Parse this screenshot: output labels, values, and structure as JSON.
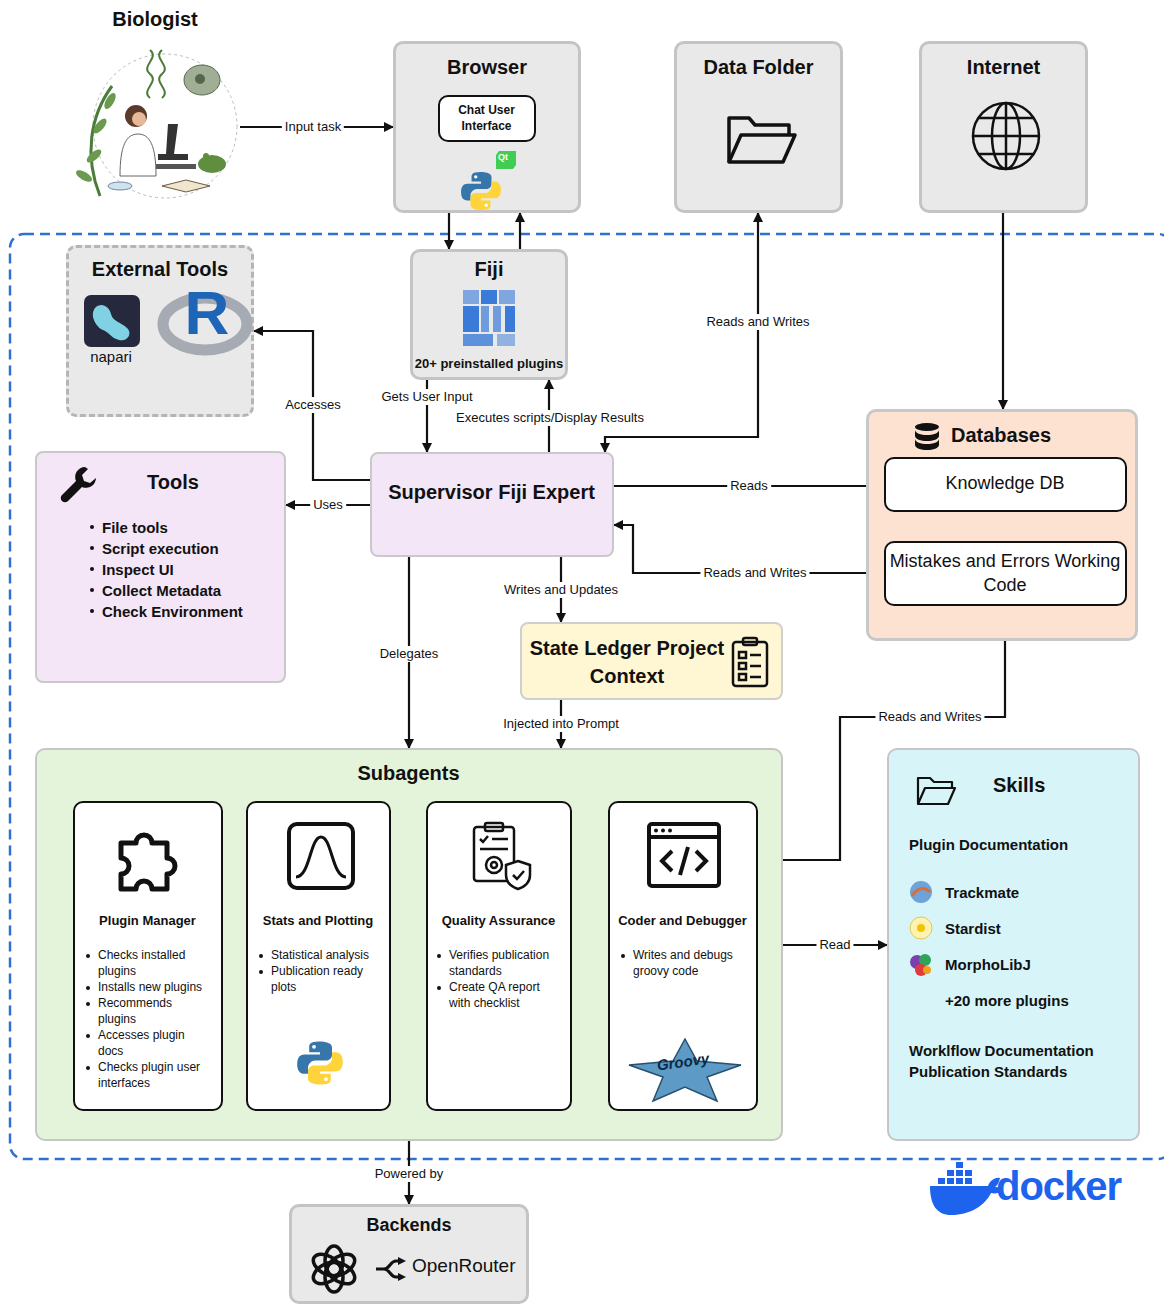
{
  "diagram": {
    "nodes": [
      {
        "text": [
          "Biologist"
        ]
      },
      {
        "text": [
          "Browser"
        ]
      },
      {
        "text": [
          "Chat User Interface"
        ],
        "in": 1
      },
      {
        "text": [
          "Data Folder"
        ]
      },
      {
        "text": [
          "Internet"
        ]
      },
      {
        "text": [
          "External Tools",
          "napari",
          "R"
        ]
      },
      {
        "text": [
          "Fiji",
          "20+ preinstalled plugins"
        ]
      },
      {
        "text": [
          "Tools",
          "File tools",
          "Script execution",
          "Inspect UI",
          "Collect Metadata",
          "Check Environment"
        ]
      },
      {
        "text": [
          "Supervisor Fiji Expert"
        ]
      },
      {
        "text": [
          "Databases"
        ]
      },
      {
        "text": [
          "Knowledge DB"
        ],
        "in": 9
      },
      {
        "text": [
          "Mistakes and Errors Working Code"
        ],
        "in": 9
      },
      {
        "text": [
          "State Ledger Project Context"
        ]
      },
      {
        "text": [
          "Subagents"
        ]
      },
      {
        "text": [
          "Plugin Manager",
          "Checks installed plugins",
          "Installs new plugins",
          "Recommends plugins",
          "Accesses plugin docs",
          "Checks plugin user interfaces"
        ],
        "in": 13
      },
      {
        "text": [
          "Stats and Plotting",
          "Statistical analysis",
          "Publication ready plots"
        ],
        "in": 13
      },
      {
        "text": [
          "Quality Assurance",
          "Verifies publication standards",
          "Create QA report with checklist"
        ],
        "in": 13
      },
      {
        "text": [
          "Coder and Debugger",
          "Writes and debugs groovy code"
        ],
        "in": 13
      },
      {
        "text": [
          "Skills",
          "Plugin Documentation",
          "Trackmate",
          "Stardist",
          "MorphoLibJ",
          "+20 more plugins",
          "Worklflow Documentation",
          "Publication Standards"
        ]
      },
      {
        "text": [
          "Backends",
          "OpenRouter"
        ]
      }
    ],
    "edges": [
      {
        "from": 0,
        "to": 1,
        "label": "Input task",
        "arrow": "to"
      },
      {
        "from": 1,
        "to": 6,
        "arrow": "to"
      },
      {
        "from": 6,
        "to": 1,
        "arrow": "to"
      },
      {
        "from": 6,
        "to": 8,
        "label": "Gets User Input",
        "arrow": "to"
      },
      {
        "from": 8,
        "to": 6,
        "label": "Executes scripts/Display Results",
        "arrow": "to"
      },
      {
        "from": 8,
        "to": 3,
        "label": "Reads and Writes",
        "arrow": "both"
      },
      {
        "from": 4,
        "to": 9,
        "arrow": "to"
      },
      {
        "from": 8,
        "to": 5,
        "label": "Accesses",
        "arrow": "to"
      },
      {
        "from": 8,
        "to": 7,
        "label": "Uses",
        "arrow": "to"
      },
      {
        "from": 8,
        "to": 10,
        "label": "Reads",
        "arrow": "to"
      },
      {
        "from": 8,
        "to": 11,
        "label": "Reads and Writes",
        "arrow": "both"
      },
      {
        "from": 8,
        "to": 12,
        "label": "Writes and Updates",
        "arrow": "to"
      },
      {
        "from": 8,
        "to": 13,
        "label": "Delegates",
        "arrow": "to"
      },
      {
        "from": 12,
        "to": 13,
        "label": "Injected into Prompt",
        "arrow": "to"
      },
      {
        "from": 17,
        "to": 11,
        "label": "Reads and Writes",
        "arrow": "both"
      },
      {
        "from": 13,
        "to": 18,
        "label": "Read",
        "arrow": "to"
      },
      {
        "from": 13,
        "to": 19,
        "label": "Powered by",
        "arrow": "to"
      }
    ],
    "labels": [
      "docker",
      "Groovy",
      "Qt"
    ]
  }
}
